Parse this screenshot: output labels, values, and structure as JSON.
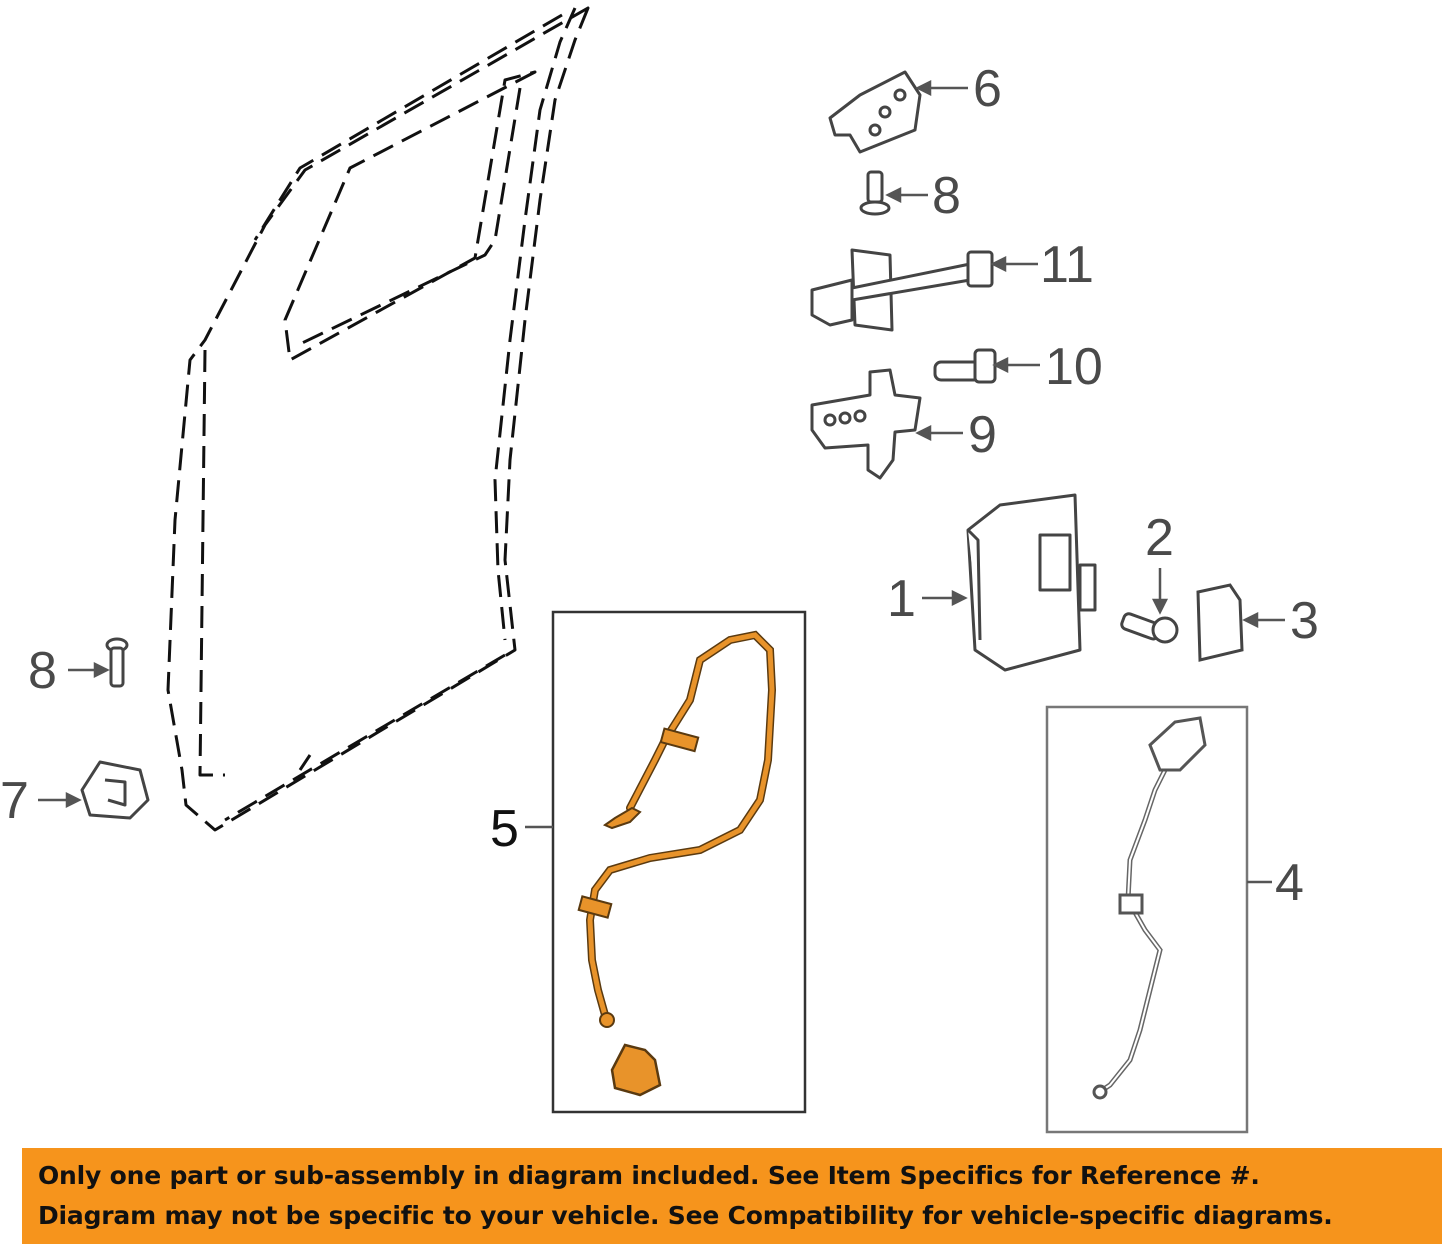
{
  "callouts": {
    "c1": "1",
    "c2": "2",
    "c3": "3",
    "c4": "4",
    "c5": "5",
    "c6": "6",
    "c7": "7",
    "c8a": "8",
    "c8b": "8",
    "c9": "9",
    "c10": "10",
    "c11": "11"
  },
  "highlight_part": "5",
  "colors": {
    "banner": "#f6941c",
    "highlight": "#e8932a",
    "line": "#555555"
  },
  "banner": {
    "line1": "Only one part or sub-assembly in diagram included. See Item Specifics for Reference #.",
    "line2": "Diagram may not be specific to your vehicle. See Compatibility for vehicle-specific diagrams."
  }
}
